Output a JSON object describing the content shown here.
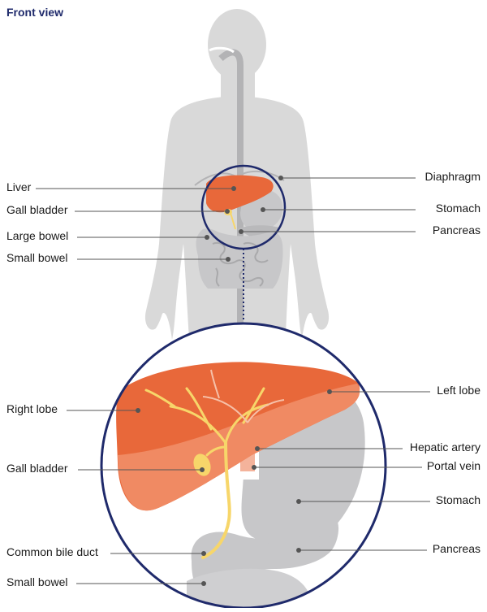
{
  "title": "Front view",
  "labels": {
    "liver": "Liver",
    "gall_bladder_top": "Gall bladder",
    "large_bowel": "Large bowel",
    "small_bowel_top": "Small bowel",
    "diaphragm": "Diaphragm",
    "stomach_top": "Stomach",
    "pancreas_top": "Pancreas",
    "right_lobe": "Right lobe",
    "gall_bladder_zoom": "Gall bladder",
    "common_bile_duct": "Common bile duct",
    "small_bowel_zoom": "Small bowel",
    "left_lobe": "Left lobe",
    "hepatic_artery": "Hepatic artery",
    "portal_vein": "Portal vein",
    "stomach_zoom": "Stomach",
    "pancreas_zoom": "Pancreas"
  },
  "colors": {
    "title": "#1f2a6b",
    "body": "#d9d9d9",
    "organ_grey": "#c7c7c9",
    "liver": "#e8683a",
    "liver_light": "#f08a63",
    "bile": "#f7d66a",
    "circle": "#1f2a6b",
    "leader": "#555555"
  }
}
